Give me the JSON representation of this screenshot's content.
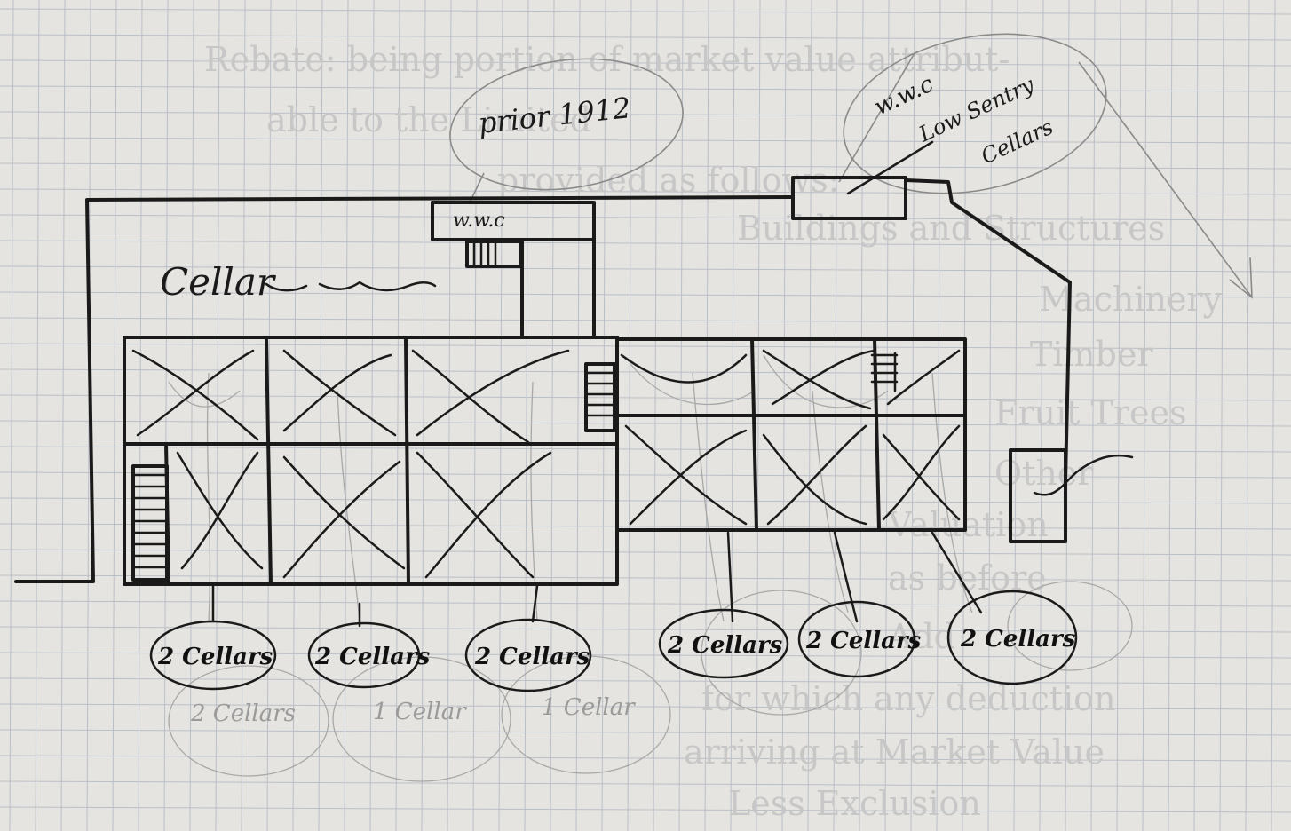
{
  "colors": {
    "paper": "#e6e4e0",
    "ink": "#1a1a1a",
    "pencil": "#8a8a8a",
    "grid": "#b9bfc8"
  },
  "annotations": {
    "prior": "prior 1912",
    "wwc_top": "w.w.c",
    "wwc_note_line1": "w.w.c",
    "wwc_note_line2": "Low Sentry",
    "wwc_note_line3": "Cellars",
    "cellar_note": "Cellar"
  },
  "cellar_labels": [
    "2 Cellars",
    "2 Cellars",
    "2 Cellars",
    "2 Cellars",
    "2 Cellars",
    "2 Cellars"
  ],
  "ghost_labels": [
    "2 Cellars",
    "1 Cellar",
    "1 Cellar"
  ],
  "bleed_through": [
    "Rebate: being portion of market value attribut-",
    "able to the Limited",
    "provided as follows:",
    "Buildings and Structures",
    "Machinery",
    "Timber",
    "Fruit Trees",
    "Other",
    "Valuation",
    "as before",
    "Add",
    "for which any deduction",
    "arriving at Market Value",
    "Less Exclusion"
  ]
}
